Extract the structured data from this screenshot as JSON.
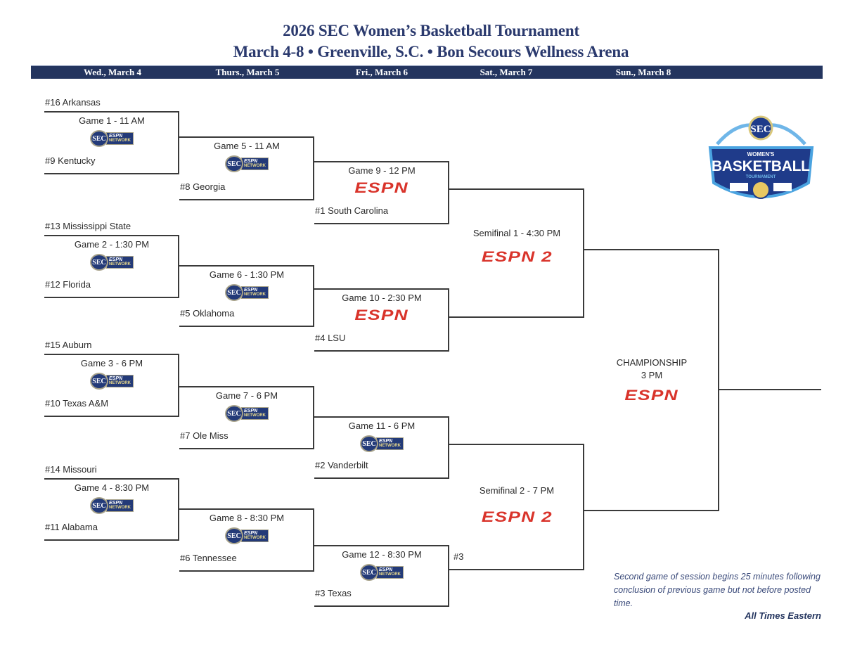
{
  "header": {
    "title": "2026 SEC Women’s Basketball Tournament",
    "subtitle": "March 4-8 • Greenville, S.C. • Bon Secours Wellness Arena"
  },
  "days": [
    "Wed., March 4",
    "Thurs., March 5",
    "Fri., March 6",
    "Sat., March 7",
    "Sun., March 8"
  ],
  "networks": {
    "espn": "ESPN",
    "espn2": "ESPN 2",
    "sec": {
      "circle": "SEC",
      "top": "ESPN",
      "bottom": "NETWORK"
    }
  },
  "games": [
    {
      "label": "Game 1 - 11 AM",
      "network": "sec",
      "top_team": "#16 Arkansas",
      "bottom_team": "#9 Kentucky"
    },
    {
      "label": "Game 2 - 1:30 PM",
      "network": "sec",
      "top_team": "#13 Mississippi State",
      "bottom_team": "#12 Florida"
    },
    {
      "label": "Game 3 - 6 PM",
      "network": "sec",
      "top_team": "#15 Auburn",
      "bottom_team": "#10 Texas A&M"
    },
    {
      "label": "Game 4 - 8:30 PM",
      "network": "sec",
      "top_team": "#14 Missouri",
      "bottom_team": "#11 Alabama"
    },
    {
      "label": "Game 5 - 11 AM",
      "network": "sec",
      "bottom_team": "#8 Georgia"
    },
    {
      "label": "Game 6 - 1:30 PM",
      "network": "sec",
      "bottom_team": "#5 Oklahoma"
    },
    {
      "label": "Game 7 - 6 PM",
      "network": "sec",
      "bottom_team": "#7 Ole Miss"
    },
    {
      "label": "Game 8 - 8:30 PM",
      "network": "sec",
      "bottom_team": "#6 Tennessee"
    },
    {
      "label": "Game 9 - 12 PM",
      "network": "espn",
      "bottom_team": "#1 South Carolina"
    },
    {
      "label": "Game 10 - 2:30 PM",
      "network": "espn",
      "bottom_team": "#4 LSU"
    },
    {
      "label": "Game 11 - 6 PM",
      "network": "sec",
      "bottom_team": "#2 Vanderbilt"
    },
    {
      "label": "Game 12 - 8:30 PM",
      "network": "sec",
      "bottom_team": "#3 Texas"
    },
    {
      "label": "Semifinal 1 - 4:30 PM",
      "network": "espn2"
    },
    {
      "label": "Semifinal 2 - 7 PM",
      "network": "espn2",
      "bottom_team": "#3"
    },
    {
      "label": "CHAMPIONSHIP",
      "label2": "3 PM",
      "network": "espn"
    }
  ],
  "logo": {
    "text": [
      "SEC",
      "WOMEN'S",
      "BASKETBALL",
      "TOURNAMENT"
    ]
  },
  "footer": {
    "note": "Second game of session begins 25 minutes following conclusion of previous game but not before posted time.",
    "timezone": "All Times Eastern"
  },
  "colors": {
    "navy": "#24355f",
    "espn_red": "#d9342b",
    "title": "#2b3a6e"
  }
}
